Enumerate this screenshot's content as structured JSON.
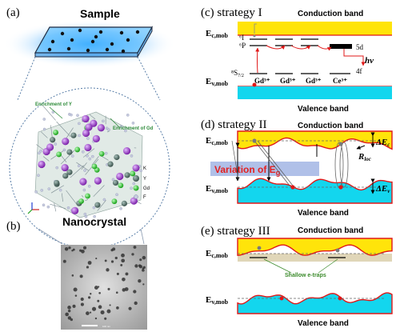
{
  "panels": {
    "a": {
      "label": "(a)",
      "title": "Sample"
    },
    "b": {
      "label": "(b)",
      "title": "Nanocrystal",
      "annotation_y": "Enrichment of Y",
      "annotation_gd": "Enrichment of Gd",
      "legend": [
        "K",
        "Y",
        "Gd",
        "F"
      ],
      "scalebar": "100 nm"
    },
    "c": {
      "label": "(c) strategy I",
      "conduction": "Conduction band",
      "valence": "Valence band",
      "ec": "E",
      "ec_sub": "c,mob",
      "ev": "E",
      "ev_sub": "v,mob",
      "i_level": "⁶I",
      "p_level": "⁶P",
      "s_level": "⁸S",
      "s_sub": "7/2",
      "ion_gd": "Gd³⁺",
      "ion_ce": "Ce³⁺",
      "d_level": "5d",
      "f_level": "4f",
      "hv": "hν"
    },
    "d": {
      "label": "(d) strategy II",
      "conduction": "Conduction band",
      "valence": "Valence band",
      "ec": "E",
      "ec_sub": "c,mob",
      "ev": "E",
      "ev_sub": "v,mob",
      "variation": "Variation of E",
      "variation_sub": "g",
      "rloc": "R",
      "rloc_sub": "loc",
      "dec": "ΔE",
      "dec_sub": "c",
      "dev": "ΔE",
      "dev_sub": "v"
    },
    "e": {
      "label": "(e) strategy III",
      "conduction": "Conduction band",
      "valence": "Valence band",
      "ec": "E",
      "ec_sub": "c,mob",
      "ev": "E",
      "ev_sub": "v,mob",
      "traps": "Shallow e-traps"
    }
  },
  "colors": {
    "conduction": "#ffe40a",
    "valence": "#13d6ee",
    "edge": "#e01818",
    "k": "#9a34c8",
    "y": "#4f6b64",
    "gd": "#28c828",
    "f": "#c8cce0"
  }
}
